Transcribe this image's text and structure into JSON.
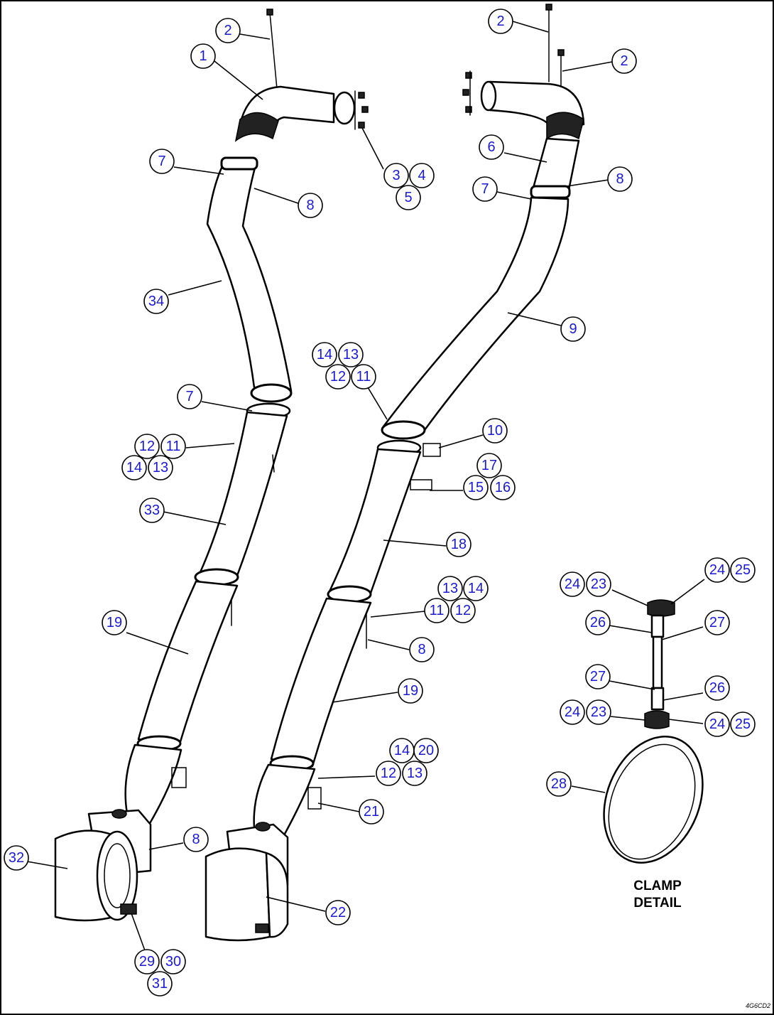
{
  "figure_code": "4G6CD2",
  "clamp_detail_caption": [
    "CLAMP",
    "DETAIL"
  ],
  "callouts": [
    "1",
    "2",
    "3",
    "4",
    "5",
    "6",
    "7",
    "8",
    "9",
    "10",
    "11",
    "12",
    "13",
    "14",
    "15",
    "16",
    "17",
    "18",
    "19",
    "20",
    "21",
    "22",
    "23",
    "24",
    "25",
    "26",
    "27",
    "28",
    "29",
    "30",
    "31",
    "32",
    "33",
    "34"
  ]
}
